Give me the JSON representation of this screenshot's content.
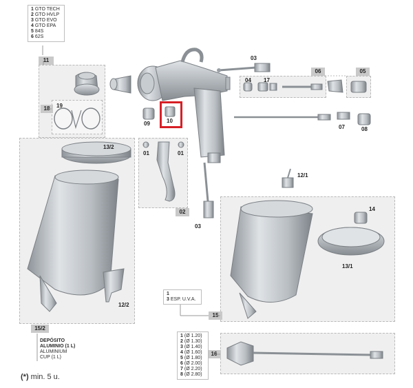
{
  "model_list": [
    {
      "num": "1",
      "name": "GTO TECH"
    },
    {
      "num": "2",
      "name": "GTO HVLP"
    },
    {
      "num": "3",
      "name": "GTO EVO"
    },
    {
      "num": "4",
      "name": "GTO EPA"
    },
    {
      "num": "5",
      "name": "84S"
    },
    {
      "num": "6",
      "name": "62S"
    }
  ],
  "group_tags": {
    "g11": "11",
    "g18": "18",
    "g06": "06",
    "g05": "05",
    "g02": "02",
    "g15_2": "15/2",
    "g15": "15",
    "g16": "16"
  },
  "part_labels": {
    "p03_top": "03",
    "p04": "04",
    "p17": "17",
    "p09": "09",
    "p10": "10",
    "p07": "07",
    "p08": "08",
    "p13_2": "13/2",
    "p01_left": "01",
    "p01_right": "01",
    "p19": "19",
    "p12_1": "12/1",
    "p14": "14",
    "p13_1": "13/1",
    "p03_bottom": "03",
    "p12_2": "12/2"
  },
  "cup_caption": {
    "line1": "DEPÓSITO",
    "line2": "ALUMINIO (1 L)",
    "line3": "ALUMINIUM",
    "line4": "CUP (1 L)"
  },
  "cup_options": [
    {
      "num": "1",
      "text": ""
    },
    {
      "num": "3",
      "text": "ESP. U.V.A."
    }
  ],
  "nozzle_sizes": [
    {
      "num": "1",
      "size": "(Ø 1.20)"
    },
    {
      "num": "2",
      "size": "(Ø 1.30)"
    },
    {
      "num": "3",
      "size": "(Ø 1.40)"
    },
    {
      "num": "4",
      "size": "(Ø 1.60)"
    },
    {
      "num": "5",
      "size": "(Ø 1.80)"
    },
    {
      "num": "6",
      "size": "(Ø 2.00)"
    },
    {
      "num": "7",
      "size": "(Ø 2.20)"
    },
    {
      "num": "8",
      "size": "(Ø 2.80)"
    }
  ],
  "footnote": {
    "mark": "(*)",
    "text": "min. 5 u."
  },
  "colors": {
    "highlight": "#d61f26",
    "panel": "#efefef",
    "tag": "#c9c9c9",
    "metal": "#bfc4c9"
  }
}
